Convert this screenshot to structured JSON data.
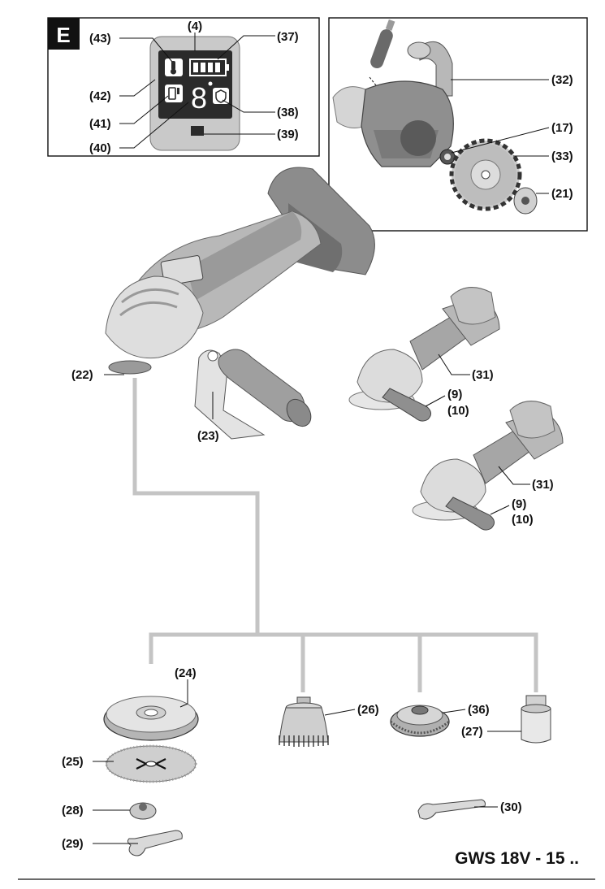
{
  "figure": {
    "section_badge": "E",
    "model_title": "GWS 18V - 15 .."
  },
  "callouts": {
    "c4": "(4)",
    "c37": "(37)",
    "c43": "(43)",
    "c42": "(42)",
    "c41": "(41)",
    "c40": "(40)",
    "c38": "(38)",
    "c39": "(39)",
    "c32": "(32)",
    "c17": "(17)",
    "c33": "(33)",
    "c21": "(21)",
    "c22": "(22)",
    "c23": "(23)",
    "c31a": "(31)",
    "c9a": "(9)",
    "c10a": "(10)",
    "c31b": "(31)",
    "c9b": "(9)",
    "c10b": "(10)",
    "c24": "(24)",
    "c25": "(25)",
    "c26": "(26)",
    "c36": "(36)",
    "c27": "(27)",
    "c28": "(28)",
    "c29": "(29)",
    "c30": "(30)"
  },
  "display": {
    "digit": "8"
  },
  "colors": {
    "ink": "#111111",
    "tool_body": "#b8b8b8",
    "tool_dark": "#8c8c8c",
    "tool_light": "#dcdcdc",
    "panel": "#c9c9c9",
    "screen": "#2b2b2b",
    "connector": "#c4c4c4"
  }
}
